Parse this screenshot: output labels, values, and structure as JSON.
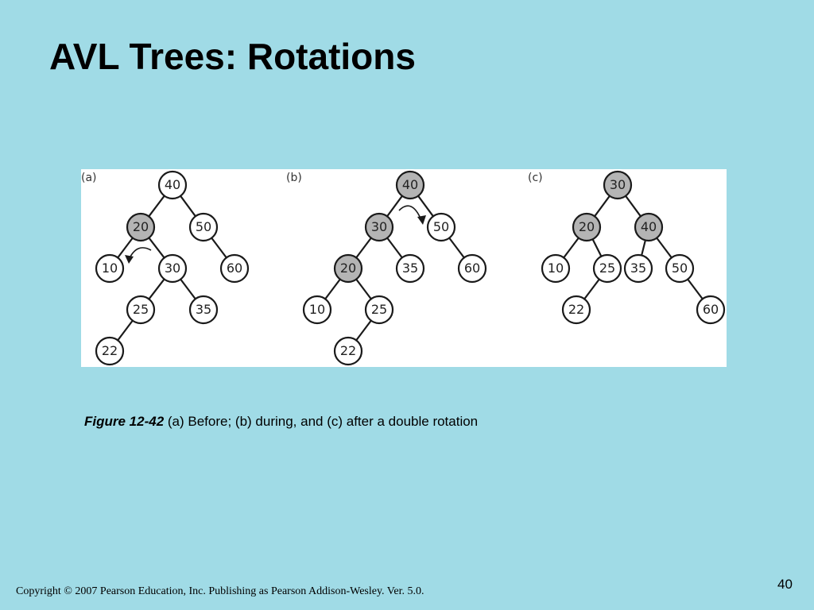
{
  "slide": {
    "title": "AVL Trees: Rotations",
    "page_number": "40",
    "copyright": "Copyright © 2007 Pearson Education, Inc. Publishing as Pearson Addison-Wesley. Ver. 5.0."
  },
  "caption": {
    "label": "Figure 12-42",
    "text": " (a) Before; (b) during, and (c) after a double rotation"
  },
  "colors": {
    "background": "#a0dbe6",
    "node_highlight": "#b4b4b4",
    "node_plain": "#ffffff"
  },
  "diagram": {
    "panels": [
      {
        "label": "(a)",
        "nodes": [
          {
            "value": "40",
            "highlight": false
          },
          {
            "value": "20",
            "highlight": true
          },
          {
            "value": "50",
            "highlight": false
          },
          {
            "value": "10",
            "highlight": false
          },
          {
            "value": "30",
            "highlight": false
          },
          {
            "value": "60",
            "highlight": false
          },
          {
            "value": "25",
            "highlight": false
          },
          {
            "value": "35",
            "highlight": false
          },
          {
            "value": "22",
            "highlight": false
          }
        ],
        "edges": [
          [
            0,
            1
          ],
          [
            0,
            2
          ],
          [
            1,
            3
          ],
          [
            1,
            4
          ],
          [
            2,
            5
          ],
          [
            4,
            6
          ],
          [
            4,
            7
          ],
          [
            6,
            8
          ]
        ],
        "rotation": {
          "direction": "counterclockwise",
          "about": "20"
        }
      },
      {
        "label": "(b)",
        "nodes": [
          {
            "value": "40",
            "highlight": true
          },
          {
            "value": "30",
            "highlight": true
          },
          {
            "value": "50",
            "highlight": false
          },
          {
            "value": "20",
            "highlight": true
          },
          {
            "value": "35",
            "highlight": false
          },
          {
            "value": "60",
            "highlight": false
          },
          {
            "value": "10",
            "highlight": false
          },
          {
            "value": "25",
            "highlight": false
          },
          {
            "value": "22",
            "highlight": false
          }
        ],
        "edges": [
          [
            0,
            1
          ],
          [
            0,
            2
          ],
          [
            1,
            3
          ],
          [
            1,
            4
          ],
          [
            2,
            5
          ],
          [
            3,
            6
          ],
          [
            3,
            7
          ],
          [
            7,
            8
          ]
        ],
        "rotation": {
          "direction": "clockwise",
          "about": "40"
        }
      },
      {
        "label": "(c)",
        "nodes": [
          {
            "value": "30",
            "highlight": true
          },
          {
            "value": "20",
            "highlight": true
          },
          {
            "value": "40",
            "highlight": true
          },
          {
            "value": "10",
            "highlight": false
          },
          {
            "value": "25",
            "highlight": false
          },
          {
            "value": "35",
            "highlight": false
          },
          {
            "value": "50",
            "highlight": false
          },
          {
            "value": "22",
            "highlight": false
          },
          {
            "value": "60",
            "highlight": false
          }
        ],
        "edges": [
          [
            0,
            1
          ],
          [
            0,
            2
          ],
          [
            1,
            3
          ],
          [
            1,
            4
          ],
          [
            2,
            5
          ],
          [
            2,
            6
          ],
          [
            4,
            7
          ],
          [
            6,
            8
          ]
        ]
      }
    ]
  }
}
